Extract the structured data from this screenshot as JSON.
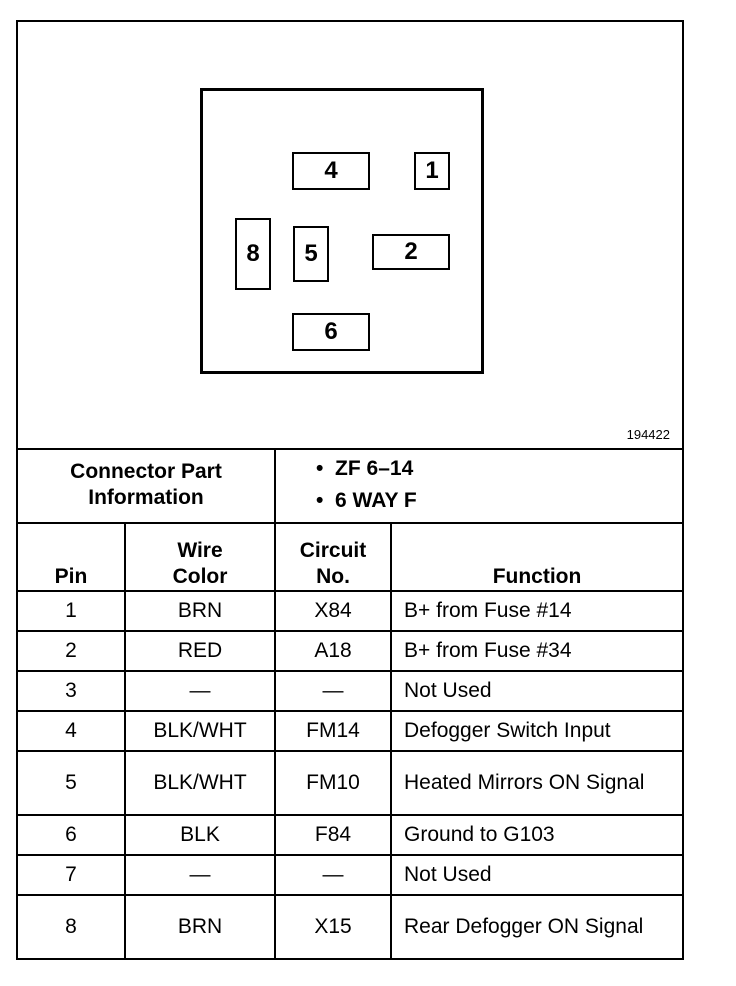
{
  "figure_number": "194422",
  "connector": {
    "pins": [
      {
        "label": "4"
      },
      {
        "label": "1"
      },
      {
        "label": "8"
      },
      {
        "label": "5"
      },
      {
        "label": "2"
      },
      {
        "label": "6"
      }
    ]
  },
  "part_info": {
    "label": "Connector Part Information",
    "values": [
      "ZF 6–14",
      "6 WAY F"
    ]
  },
  "table": {
    "headers": {
      "pin": "Pin",
      "wire_color": "Wire Color",
      "circuit": "Circuit No.",
      "function": "Function"
    },
    "rows": [
      {
        "pin": "1",
        "color": "BRN",
        "circuit": "X84",
        "function": "B+ from Fuse #14"
      },
      {
        "pin": "2",
        "color": "RED",
        "circuit": "A18",
        "function": "B+ from Fuse #34"
      },
      {
        "pin": "3",
        "color": "—",
        "circuit": "—",
        "function": "Not Used"
      },
      {
        "pin": "4",
        "color": "BLK/WHT",
        "circuit": "FM14",
        "function": "Defogger Switch Input"
      },
      {
        "pin": "5",
        "color": "BLK/WHT",
        "circuit": "FM10",
        "function": "Heated Mirrors ON Signal"
      },
      {
        "pin": "6",
        "color": "BLK",
        "circuit": "F84",
        "function": "Ground to G103"
      },
      {
        "pin": "7",
        "color": "—",
        "circuit": "—",
        "function": "Not Used"
      },
      {
        "pin": "8",
        "color": "BRN",
        "circuit": "X15",
        "function": "Rear Defogger ON Signal"
      }
    ]
  }
}
